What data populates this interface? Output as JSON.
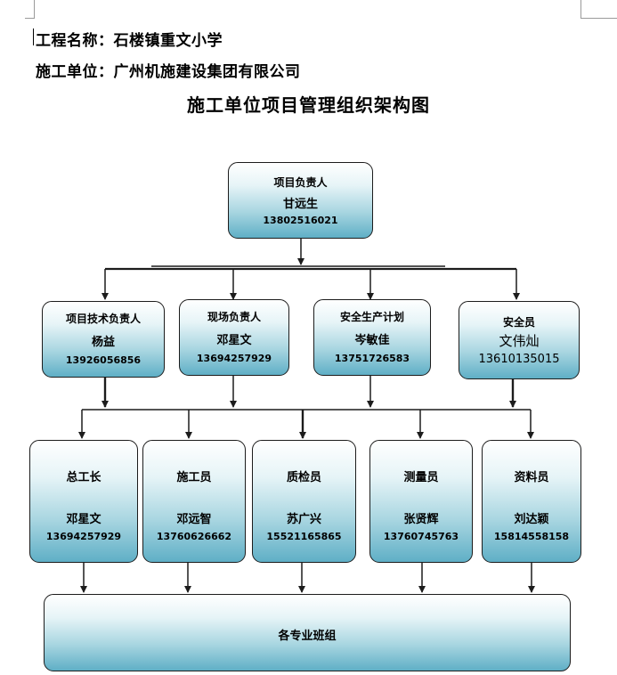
{
  "header": {
    "project_name": "工程名称：石楼镇重文小学",
    "unit": "施工单位：广州机施建设集团有限公司"
  },
  "title": "施工单位项目管理组织架构图",
  "top": {
    "role": "项目负责人",
    "name": "甘远生",
    "phone": "13802516021"
  },
  "level2": [
    {
      "role": "项目技术负责人",
      "name": "杨益",
      "phone": "13926056856"
    },
    {
      "role": "现场负责人",
      "name": "邓星文",
      "phone": "13694257929"
    },
    {
      "role": "安全生产计划",
      "name": "岑敏佳",
      "phone": "13751726583"
    },
    {
      "role": "安全员",
      "name": "文伟灿",
      "phone": "13610135015"
    }
  ],
  "level3": [
    {
      "role": "总工长",
      "name": "邓星文",
      "phone": "13694257929"
    },
    {
      "role": "施工员",
      "name": "邓远智",
      "phone": "13760626662"
    },
    {
      "role": "质检员",
      "name": "苏广兴",
      "phone": "15521165865"
    },
    {
      "role": "测量员",
      "name": "张贤辉",
      "phone": "13760745763"
    },
    {
      "role": "资料员",
      "name": "刘达颖",
      "phone": "15814558158"
    }
  ],
  "bottom": {
    "label": "各专业班组"
  }
}
